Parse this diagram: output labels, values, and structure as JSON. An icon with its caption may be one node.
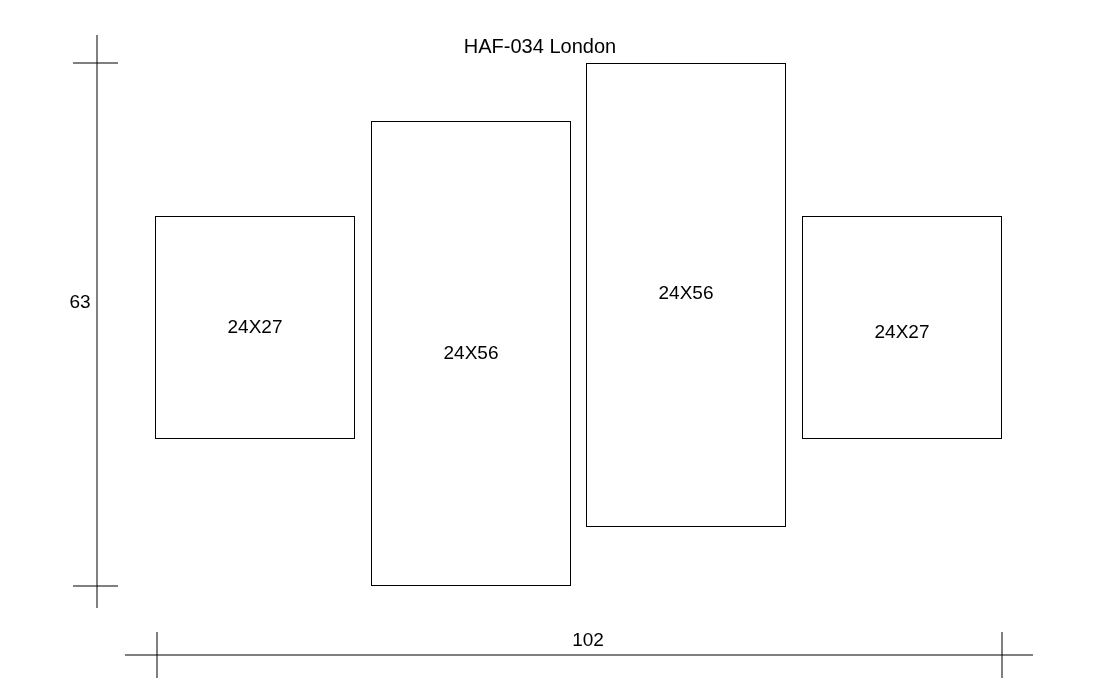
{
  "diagram": {
    "title": "HAF-034 London",
    "nodes": [
      {
        "text": [
          "24X27"
        ]
      },
      {
        "text": [
          "24X56"
        ]
      },
      {
        "text": [
          "24X56"
        ]
      },
      {
        "text": [
          "24X27"
        ]
      }
    ],
    "labels": [
      "63",
      "102"
    ]
  }
}
